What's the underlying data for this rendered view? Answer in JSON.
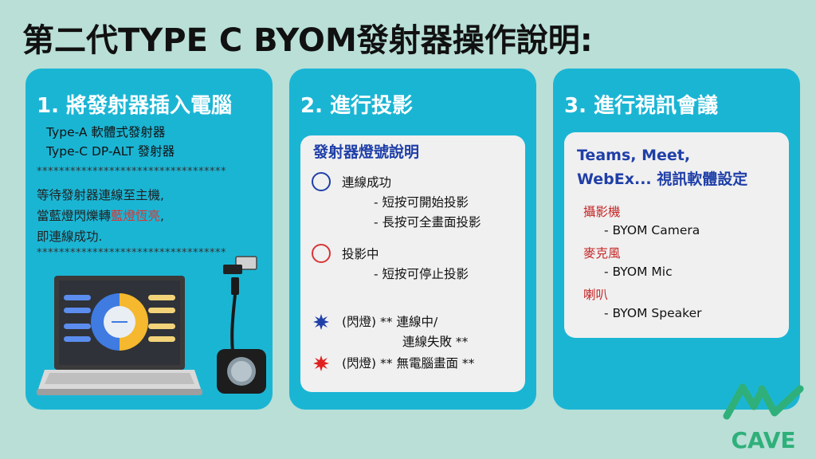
{
  "title": "第二代TYPE C BYOM發射器操作說明:",
  "card1": {
    "heading": "1. 將發射器插入電腦",
    "types": [
      "Type-A  軟體式發射器",
      "Type-C DP-ALT 發射器"
    ],
    "stars": "**********************************",
    "wait_line1": "等待發射器連線至主機,",
    "wait_line2_prefix": "當藍燈閃爍轉",
    "wait_line2_red": "藍燈恆亮",
    "wait_line2_suffix": ",",
    "wait_line3": "即連線成功."
  },
  "card2": {
    "heading": "2. 進行投影",
    "inner_title": "發射器燈號說明",
    "connected": "連線成功",
    "connected_sub1": "- 短按可開始投影",
    "connected_sub2": "- 長按可全畫面投影",
    "projecting": "投影中",
    "projecting_sub1": "- 短按可停止投影",
    "blink_blue_line1": "(閃燈) ** 連線中/",
    "blink_blue_line2": "連線失敗 **",
    "blink_red": "(閃燈) ** 無電腦畫面 **"
  },
  "card3": {
    "heading": "3. 進行視訊會議",
    "inner_title_line1": "Teams, Meet,",
    "inner_title_line2": "WebEx... 視訊軟體設定",
    "camera_label": "攝影機",
    "camera_device": "- BYOM Camera",
    "mic_label": "麥克風",
    "mic_device": "- BYOM Mic",
    "speaker_label": "喇叭",
    "speaker_device": "- BYOM Speaker"
  },
  "logo_text": "CAVE",
  "colors": {
    "background": "#b9dfd7",
    "card": "#1bb5d4",
    "inner": "#f0f0f0",
    "blue": "#1f3fa8",
    "red": "#d93535",
    "logo": "#2fb07a"
  }
}
